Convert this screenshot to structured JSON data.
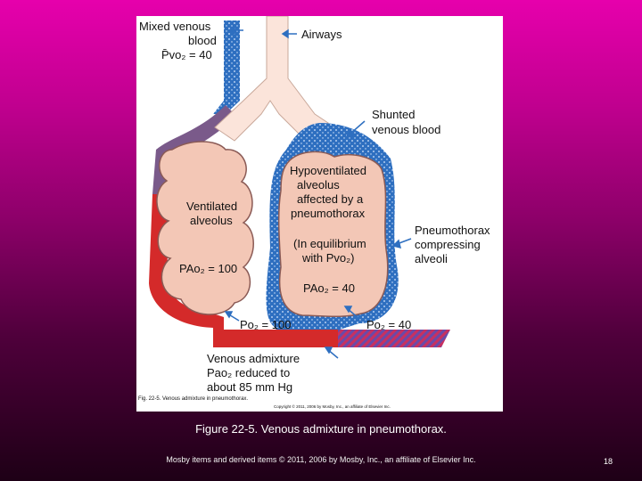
{
  "figure": {
    "labels": {
      "mixed_venous_1": "Mixed venous",
      "mixed_venous_2": "blood",
      "pvo2": "P̄vo₂ = 40",
      "airways": "Airways",
      "shunted_1": "Shunted",
      "shunted_2": "venous blood",
      "hypo_1": "Hypoventilated",
      "hypo_2": "alveolus",
      "hypo_3": "affected by a",
      "hypo_4": "pneumothorax",
      "equil_1": "(In equilibrium",
      "equil_2": "with Pvo₂)",
      "pao2_40": "PAo₂ = 40",
      "ventilated_1": "Ventilated",
      "ventilated_2": "alveolus",
      "pao2_100": "PAo₂ = 100",
      "pneumo_1": "Pneumothorax",
      "pneumo_2": "compressing",
      "pneumo_3": "alveoli",
      "po2_100": "Po₂ = 100",
      "po2_40": "Po₂ = 40",
      "admix_1": "Venous admixture",
      "admix_2": "Pao₂ reduced to",
      "admix_3": "about 85 mm Hg",
      "fig_note": "Fig. 22-5. Venous admixture in pneumothorax.",
      "copyright_small": "Copyright © 2011, 2006 by Mosby, Inc., an affiliate of Elsevier Inc."
    },
    "colors": {
      "venous_blue": "#2e6fc0",
      "arterial_red": "#d42a2a",
      "mixed_purple": "#7a5a8a",
      "alveolus_fill": "#f3c7b6",
      "airway_fill": "#fbe4da"
    }
  },
  "caption": "Figure 22-5. Venous admixture in pneumothorax.",
  "footer": "Mosby items and derived items © 2011, 2006 by Mosby, Inc., an affiliate of Elsevier Inc.",
  "slide_number": "18"
}
